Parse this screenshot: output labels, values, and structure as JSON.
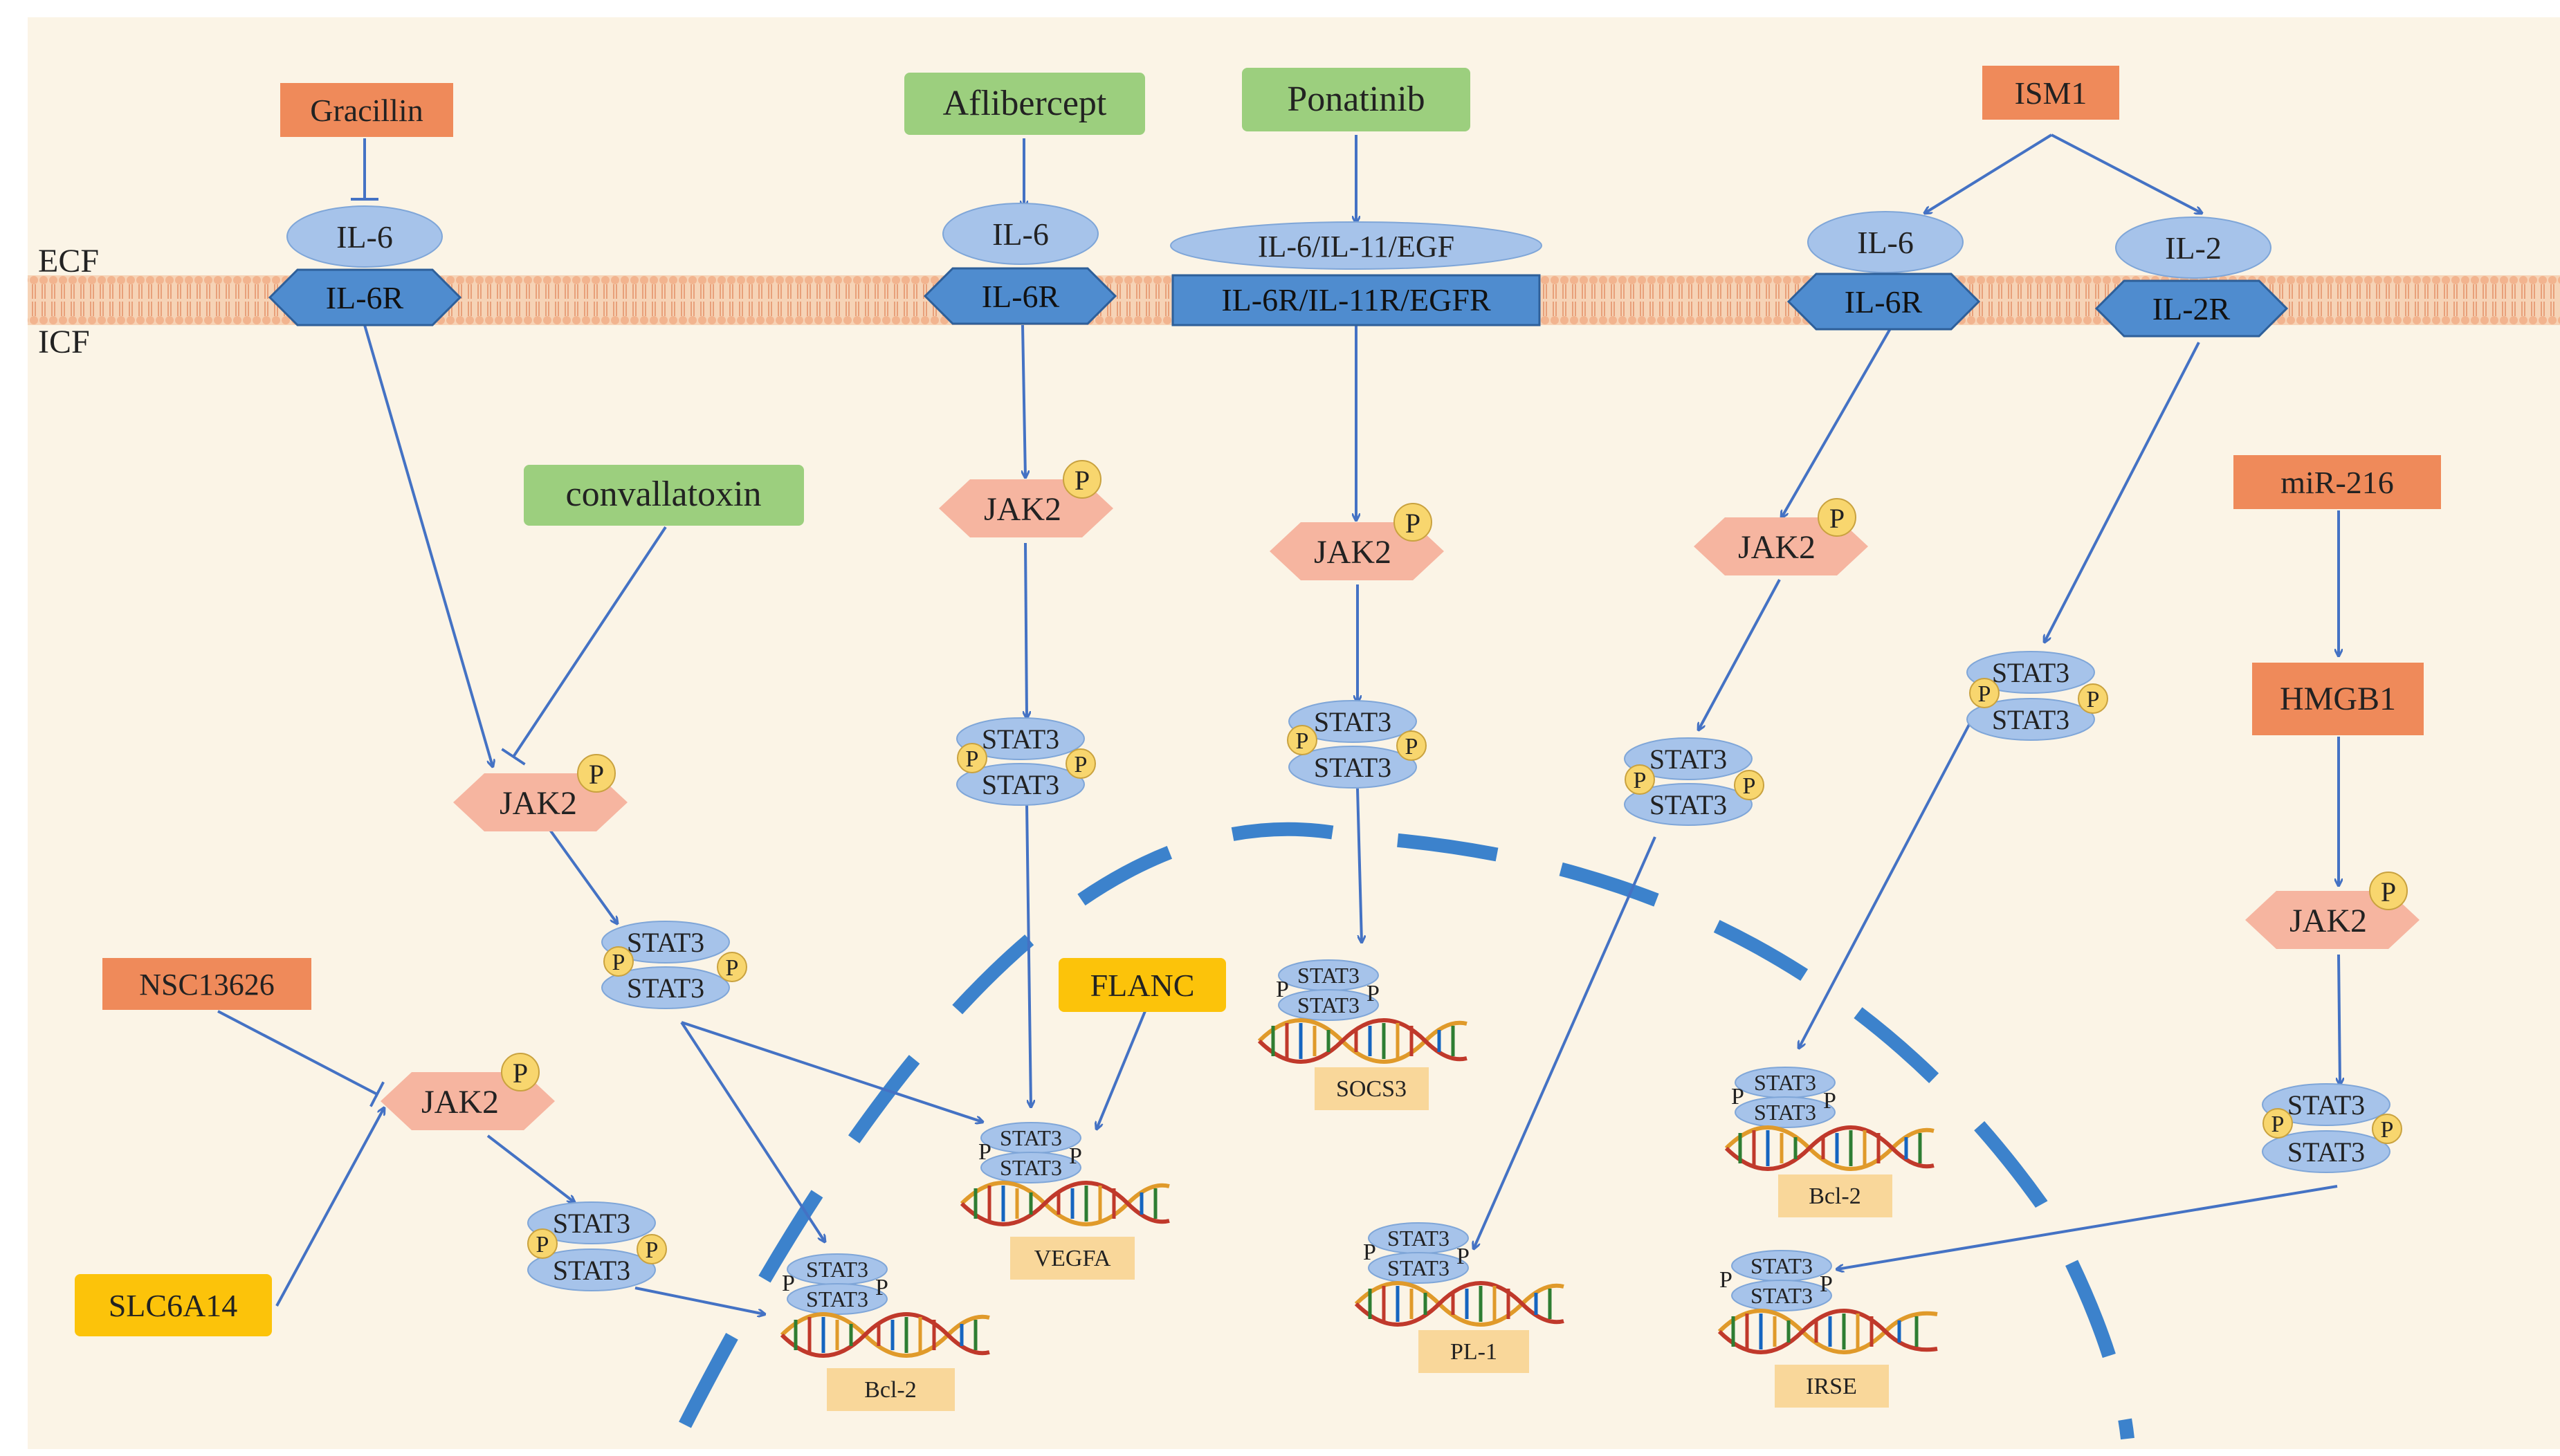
{
  "regions": {
    "ecf": "ECF",
    "icf": "ICF"
  },
  "upstream": {
    "gracillin": "Gracillin",
    "aflibercept": "Aflibercept",
    "ponatinib": "Ponatinib",
    "ism1": "ISM1",
    "convallatoxin": "convallatoxin",
    "mir216": "miR-216",
    "hmgb1": "HMGB1",
    "nsc13626": "NSC13626",
    "slc6a14": "SLC6A14",
    "flanc": "FLANC"
  },
  "ligands": {
    "il6": "IL-6",
    "il6_il11_egf": "IL-6/IL-11/EGF",
    "il2": "IL-2"
  },
  "receptors": {
    "il6r": "IL-6R",
    "il6r_il11r_egfr": "IL-6R/IL-11R/EGFR",
    "il2r": "IL-2R"
  },
  "molecules": {
    "jak2": "JAK2",
    "stat3": "STAT3",
    "p": "P"
  },
  "genes": {
    "vegfa": "VEGFA",
    "socs3": "SOCS3",
    "bcl2": "Bcl-2",
    "pl1": "PL-1",
    "irse": "IRSE"
  },
  "colors": {
    "background": "#fbf4e6",
    "orange_box": "#ef8a5a",
    "green_box": "#9ccf7e",
    "yellow_box": "#fcc30a",
    "receptor": "#4f8ccf",
    "ligand": "#a6c3ea",
    "jak2": "#f6b5a0",
    "phospho": "#f8d66e",
    "arrow": "#4472c4",
    "nucleus": "#3c82cc",
    "gene_label": "#f9d79a"
  }
}
